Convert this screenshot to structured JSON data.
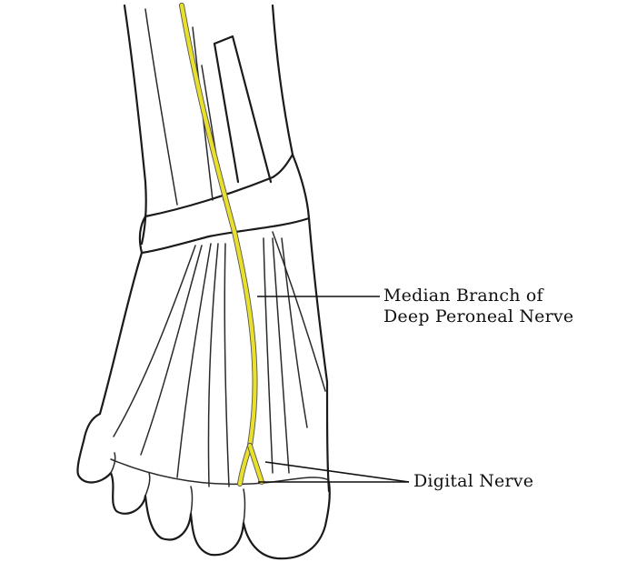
{
  "labels": {
    "median_line1": "Median Branch of",
    "median_line2": "Deep Peroneal Nerve",
    "digital": "Digital Nerve"
  },
  "colors": {
    "nerve": "#e8e02a",
    "ink": "#1a1a1a"
  }
}
